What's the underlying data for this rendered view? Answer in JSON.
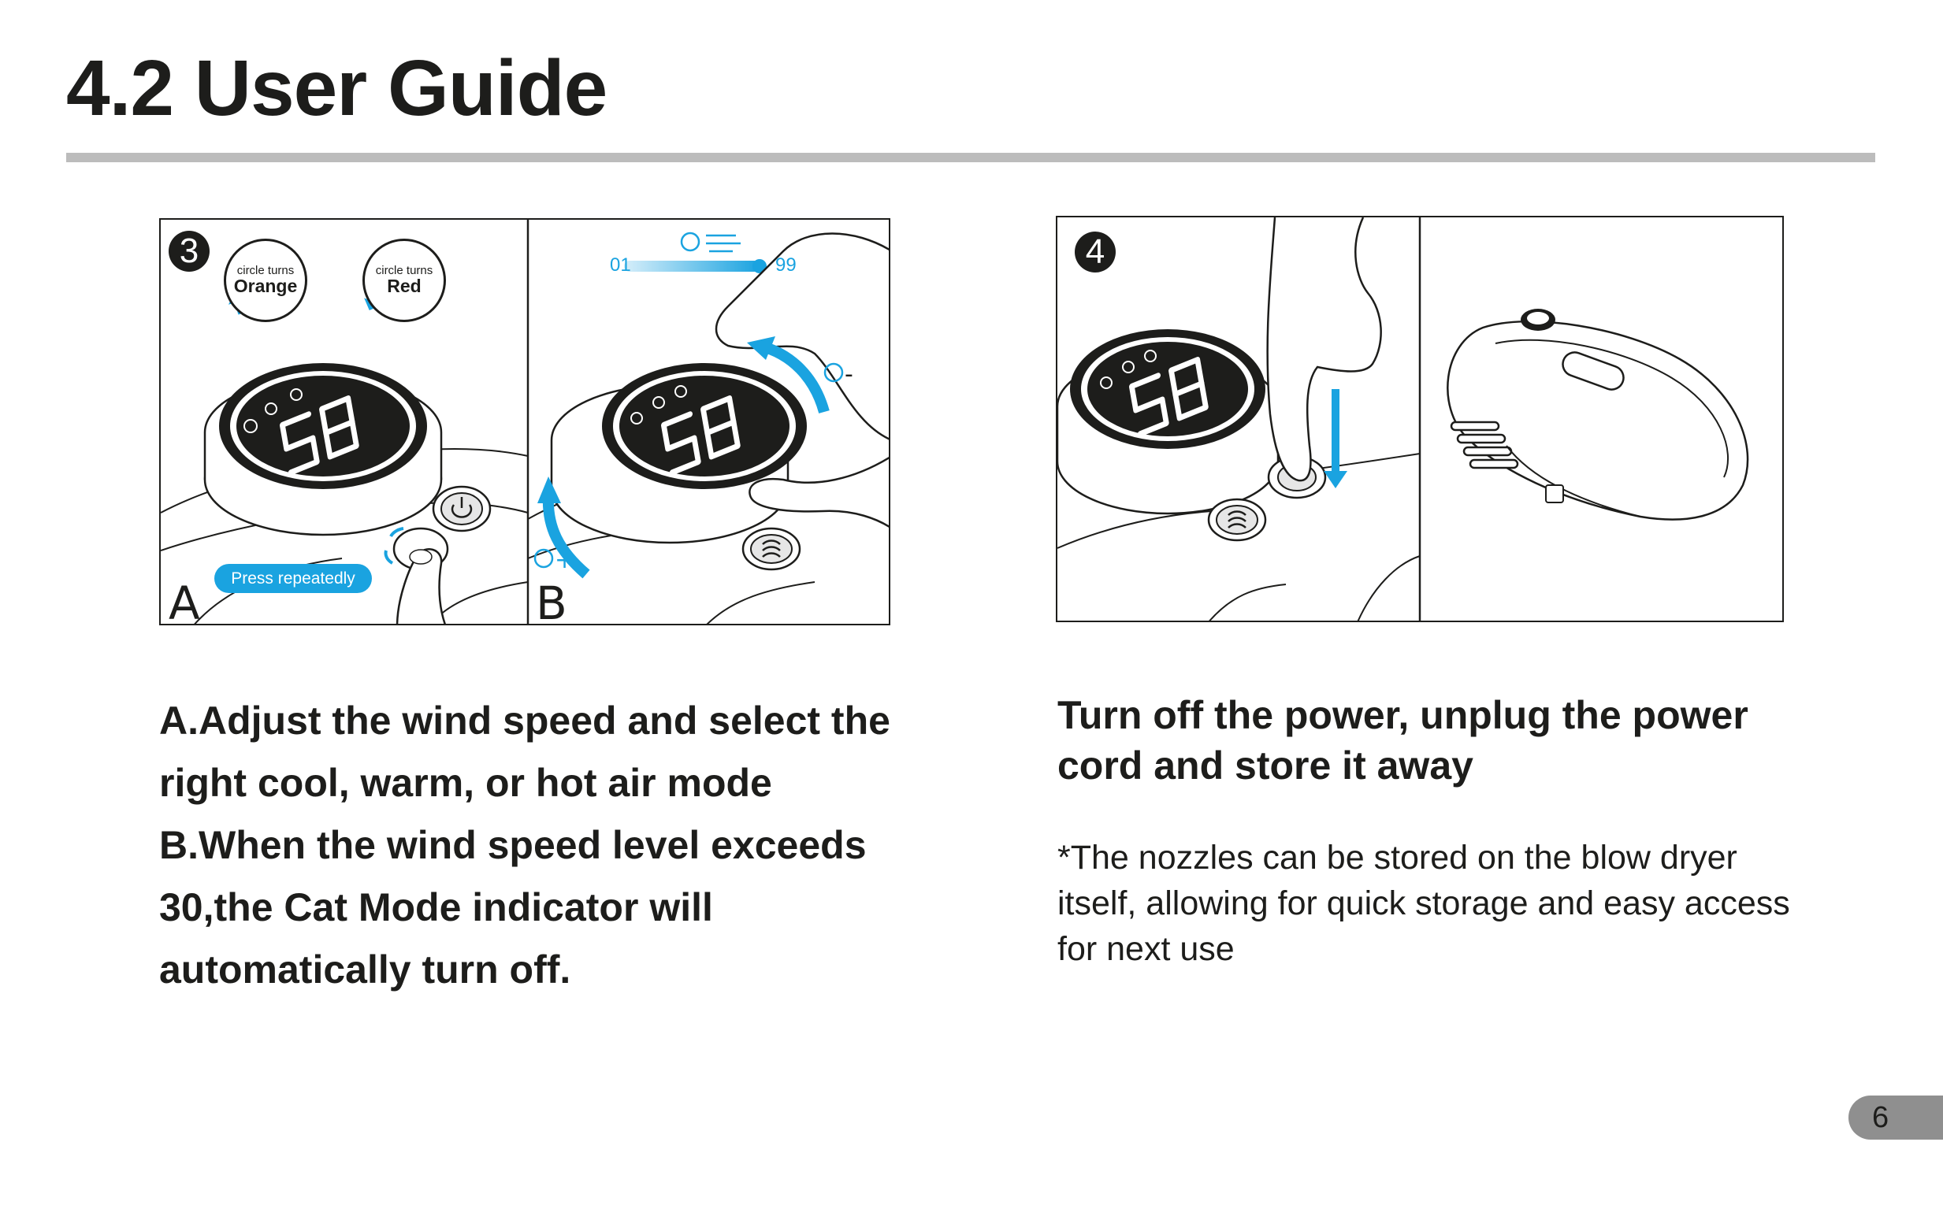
{
  "page": {
    "title": "4.2 User Guide",
    "page_number": "6"
  },
  "step3": {
    "badge": "3",
    "bubble_orange_small": "circle turns",
    "bubble_orange_big": "Orange",
    "bubble_red_small": "circle turns",
    "bubble_red_big": "Red",
    "display_value": "58",
    "press_label": "Press repeatedly",
    "panel_a_letter": "A",
    "panel_b_letter": "B",
    "slider_min": "01",
    "slider_max": "99",
    "instructions": [
      "A.Adjust the wind speed and select the right cool, warm, or hot air mode",
      "B.When the wind speed level exceeds 30,the Cat Mode indicator will automatically turn off."
    ]
  },
  "step4": {
    "badge": "4",
    "display_value": "58",
    "title": "Turn off the power, unplug the power cord and store it away",
    "note": "*The nozzles can be stored on the blow dryer itself, allowing for quick storage and easy access for next use"
  },
  "colors": {
    "accent_blue": "#1aa3e0",
    "ink": "#1d1d1b",
    "rule_gray": "#bcbcbc",
    "page_pill_gray": "#8f8f8f"
  },
  "icons": [
    "fan-icon",
    "wind-icon",
    "cat-icon",
    "power-icon",
    "heat-icon",
    "arrow-icon"
  ]
}
